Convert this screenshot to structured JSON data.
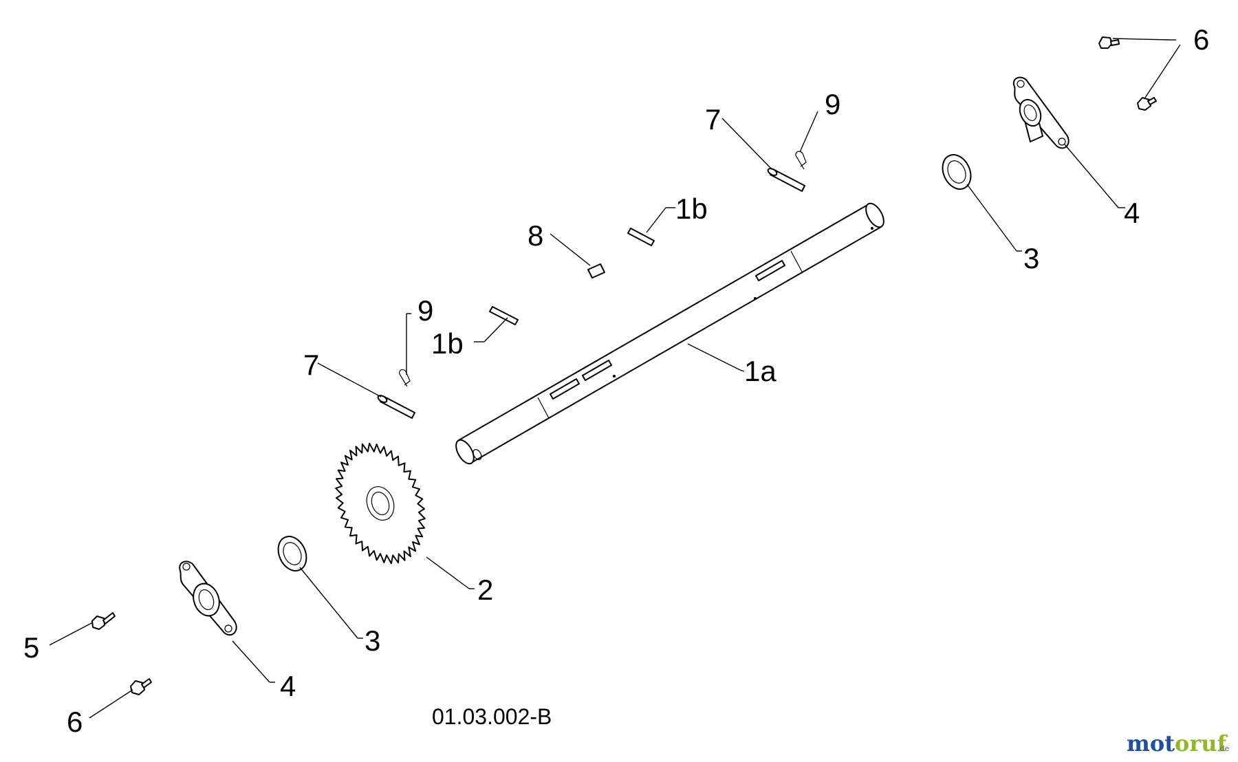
{
  "diagram": {
    "drawing_code": "01.03.002-B",
    "callouts": {
      "shaft": "1a",
      "key_upper": "1b",
      "key_lower": "1b",
      "sprocket": "2",
      "washer_left": "3",
      "washer_right": "3",
      "bearing_flange_left": "4",
      "bearing_flange_right": "4",
      "bolt_5": "5",
      "bolt_6_left": "6",
      "bolt_6_right": "6",
      "pin_7_left": "7",
      "pin_7_right": "7",
      "key_8": "8",
      "clip_9_left": "9",
      "clip_9_right": "9"
    }
  },
  "watermark": {
    "brand_mot": "mot",
    "brand_oruf": "oruf",
    "tld": ".de",
    "colors": {
      "mot": "#1f4fa0",
      "oruf": "#8fb82a"
    }
  }
}
